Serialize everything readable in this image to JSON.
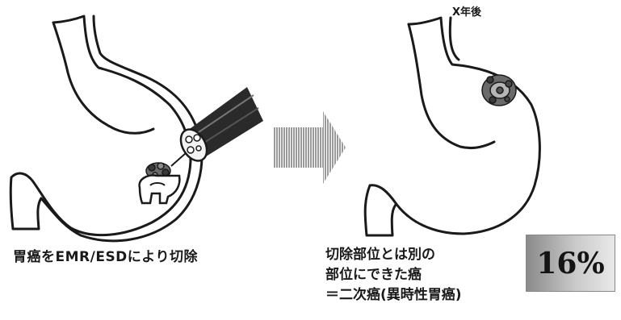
{
  "left_panel": {
    "caption": "胃癌をEMR/ESDにより切除"
  },
  "right_panel": {
    "time_label": "X年後",
    "caption_lines": [
      "切除部位とは別の",
      "部位にできた癌",
      "＝二次癌(異時性胃癌)"
    ],
    "percentage": "16%"
  },
  "arrow": {
    "icon": "right-arrow-icon",
    "color": "#9a9a9a"
  }
}
